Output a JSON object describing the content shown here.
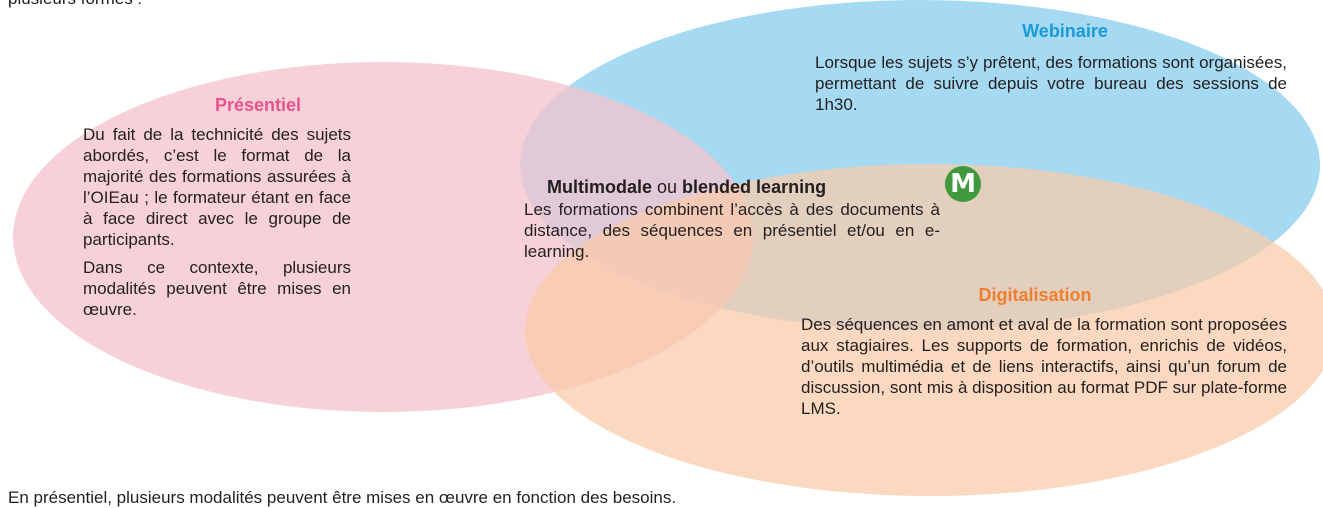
{
  "page": {
    "top_fragment": "plusieurs formes :",
    "bottom_fragment": "En présentiel, plusieurs modalités peuvent être mises en œuvre en fonction des besoins."
  },
  "sets": [
    {
      "id": "presentiel",
      "title": "Présentiel",
      "title_color": "#e8538e",
      "fill_color": "#f4c4cd",
      "paragraphs": [
        "Du fait de la technicité des sujets abordés, c’est le format de la majorité des formations assurées à l’OIEau ; le formateur étant en face à face direct avec le groupe de participants.",
        "Dans ce contexte, plusieurs modalités peuvent être mises en œuvre."
      ]
    },
    {
      "id": "webinaire",
      "title": "Webinaire",
      "title_color": "#1a9ad6",
      "fill_color": "#a6daf3",
      "paragraphs": [
        "Lorsque les sujets s’y prêtent, des formations sont organisées, permettant de suivre depuis votre bureau des sessions de 1h30."
      ]
    },
    {
      "id": "digitalisation",
      "title": "Digitalisation",
      "title_color": "#ef7f2e",
      "fill_color": "#f9cba7",
      "paragraphs": [
        "Des séquences en amont et aval de la formation sont proposées aux stagiaires. Les supports de formation, enrichis de vidéos, d’outils multimédia et de liens interactifs, ainsi qu’un forum de discussion, sont mis à disposition au format PDF sur plate-forme LMS."
      ]
    }
  ],
  "intersection": {
    "title_bold_1": "Multimodale",
    "title_connector": " ou ",
    "title_bold_2": "blended learning",
    "badge": "M",
    "badge_color": "#3f9a3d",
    "body": "Les formations combinent l’accès à des documents à distance, des séquences en présentiel et/ou en e-learning."
  }
}
